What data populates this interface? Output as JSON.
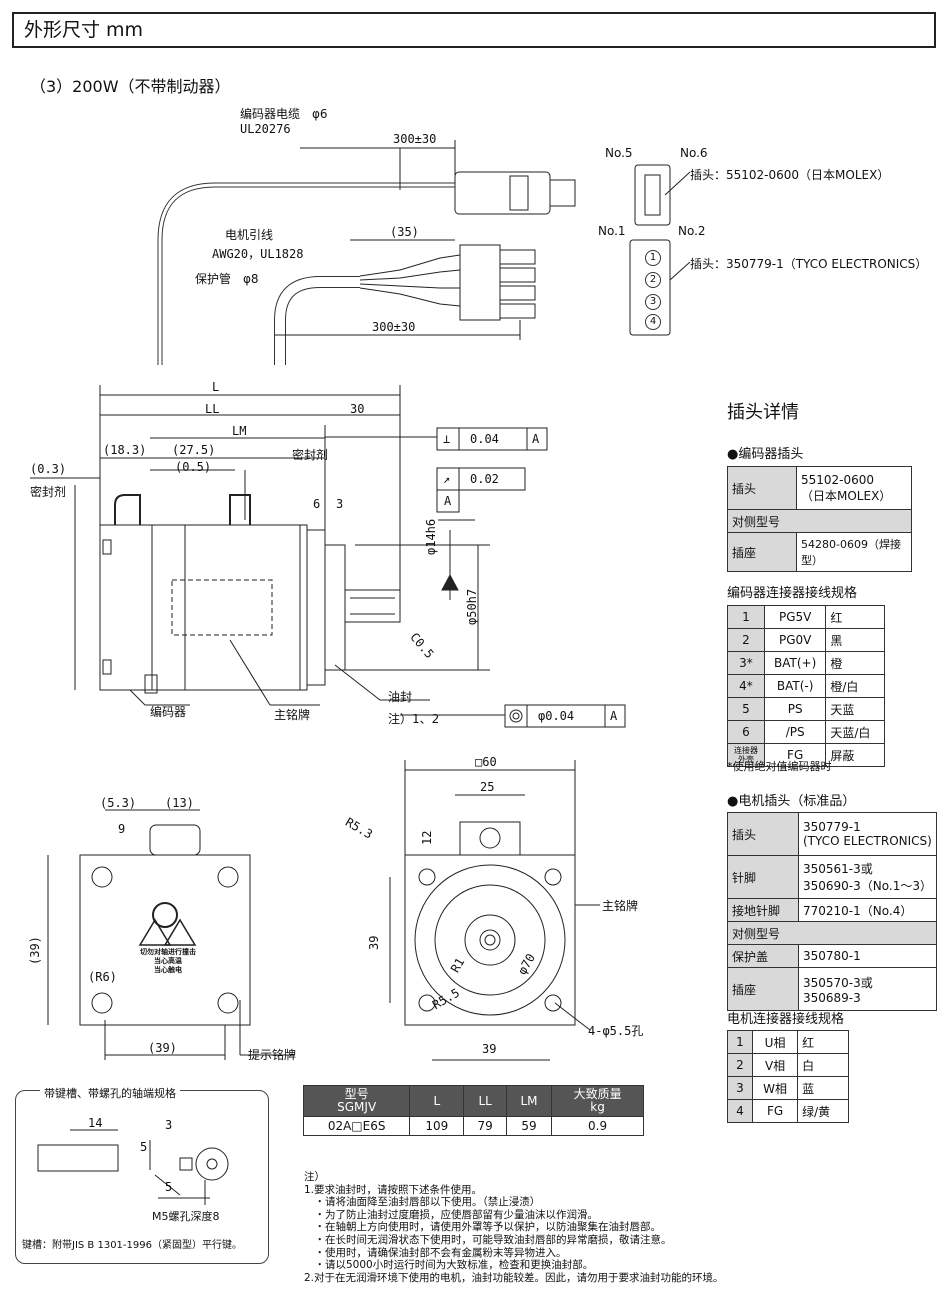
{
  "header": {
    "title": "外形尺寸 mm"
  },
  "section": {
    "title": "（3）200W（不带制动器）"
  },
  "drawing": {
    "encoder_cable": "编码器电缆　φ6",
    "encoder_cable_std": "UL20276",
    "cable_len_1": "300±30",
    "motor_lead": "电机引线",
    "motor_lead_std": "AWG20，UL1828",
    "lead_35": "(35)",
    "protect_tube": "保护管　φ8",
    "cable_len_2": "300±30",
    "dim_L": "L",
    "dim_LL": "LL",
    "dim_30": "30",
    "dim_LM": "LM",
    "dim_18_3": "(18.3)",
    "dim_27_5": "(27.5)",
    "dim_0_5": "(0.5)",
    "dim_0_3": "(0.3)",
    "seal1": "密封剂",
    "seal2": "密封剂",
    "dim_6": "6",
    "dim_3": "3",
    "perp_tol": "0.04",
    "perp_datum": "A",
    "runout_tol": "0.02",
    "datum_a": "A",
    "shaft_dia": "φ14h6",
    "flange_dia": "φ50h7",
    "chamfer": "C0.5",
    "coax_tol": "φ0.04",
    "coax_datum": "A",
    "encoder": "编码器",
    "nameplate": "主铭牌",
    "oil_seal": "油封",
    "oil_note": "注）1、2",
    "conn_no5": "No.5",
    "conn_no6": "No.6",
    "conn_no1": "No.1",
    "conn_no2": "No.2",
    "plug_enc": "插头：55102-0600（日本MOLEX）",
    "plug_mot": "插头：350779-1（TYCO ELECTRONICS）",
    "pins": [
      "1",
      "2",
      "3",
      "4"
    ],
    "rear_5_3": "(5.3)",
    "rear_13": "(13)",
    "rear_9": "9",
    "rear_39v": "(39)",
    "rear_r6": "(R6)",
    "rear_39h": "(39)",
    "warning_label": "提示铭牌",
    "warn_text": "切勿对轴进行撞击\n当心高温\n当心触电",
    "front_60": "□60",
    "front_25": "25",
    "front_r5_3": "R5.3",
    "front_12": "12",
    "front_39v": "39",
    "front_r1": "R1",
    "front_r5_5": "R5.5",
    "front_70": "φ70",
    "front_39h": "39",
    "front_holes": "4-φ5.5孔",
    "front_nameplate": "主铭牌",
    "key_title": "带键槽、带螺孔的轴端规格",
    "key_14": "14",
    "key_3": "3",
    "key_5a": "5",
    "key_5b": "5",
    "key_m5": "M5螺孔深度8",
    "key_note": "键槽：附带JIS B 1301-1996（紧固型）平行键。"
  },
  "side": {
    "title": "插头详情",
    "enc_plug_head": "●编码器插头",
    "enc_plug_table": [
      [
        "插头",
        "55102-0600\n（日本MOLEX）"
      ],
      [
        "对侧型号",
        ""
      ],
      [
        "插座",
        "54280-0609（焊接型）"
      ]
    ],
    "enc_wiring_head": "编码器连接器接线规格",
    "enc_wiring": [
      [
        "1",
        "PG5V",
        "红"
      ],
      [
        "2",
        "PG0V",
        "黑"
      ],
      [
        "3*",
        "BAT(+)",
        "橙"
      ],
      [
        "4*",
        "BAT(-)",
        "橙/白"
      ],
      [
        "5",
        "PS",
        "天蓝"
      ],
      [
        "6",
        "/PS",
        "天蓝/白"
      ],
      [
        "连接器外壳",
        "FG",
        "屏蔽"
      ]
    ],
    "enc_footnote": "*使用绝对值编码器时",
    "mot_plug_head": "●电机插头（标准品）",
    "mot_plug_table": [
      [
        "插头",
        "350779-1\n(TYCO ELECTRONICS)"
      ],
      [
        "针脚",
        "350561-3或\n350690-3（No.1～3）"
      ],
      [
        "接地针脚",
        "770210-1（No.4）"
      ],
      [
        "对侧型号",
        ""
      ],
      [
        "保护盖",
        "350780-1"
      ],
      [
        "插座",
        "350570-3或\n350689-3"
      ]
    ],
    "mot_wiring_head": "电机连接器接线规格",
    "mot_wiring": [
      [
        "1",
        "U相",
        "红"
      ],
      [
        "2",
        "V相",
        "白"
      ],
      [
        "3",
        "W相",
        "蓝"
      ],
      [
        "4",
        "FG",
        "绿/黄"
      ]
    ]
  },
  "spec": {
    "headers": [
      "型号\nSGMJV",
      "L",
      "LL",
      "LM",
      "大致质量\nkg"
    ],
    "row": [
      "02A□E6S",
      "109",
      "79",
      "59",
      "0.9"
    ]
  },
  "notes": [
    "注）",
    "1.要求油封时，请按照下述条件使用。",
    "　・请将油面降至油封唇部以下使用。（禁止浸渍）",
    "　・为了防止油封过度磨损，应使唇部留有少量油沫以作润滑。",
    "　・在轴朝上方向使用时，请使用外罩等予以保护，以防油聚集在油封唇部。",
    "　・在长时间无润滑状态下使用时，可能导致油封唇部的异常磨损，敬请注意。",
    "　・使用时，请确保油封部不会有金属粉末等异物进入。",
    "　・请以5000小时运行时间为大致标准，检查和更换油封部。",
    "2.对于在无润滑环境下使用的电机，油封功能较差。因此，请勿用于要求油封功能的环境。"
  ]
}
